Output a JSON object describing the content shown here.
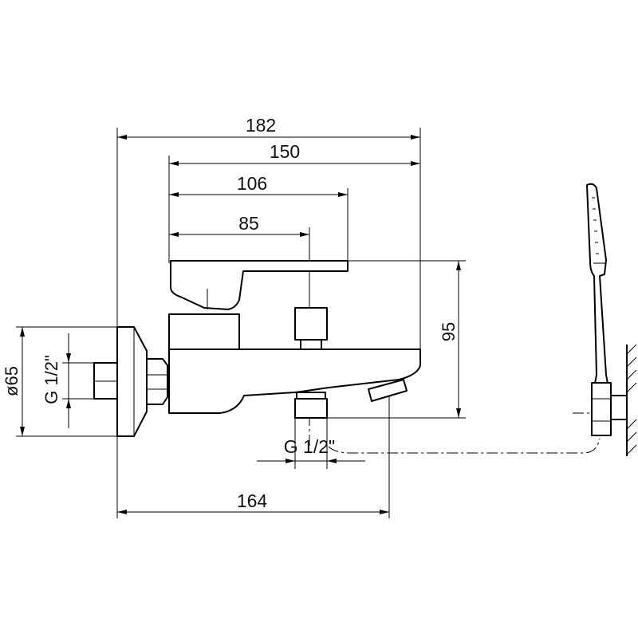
{
  "dimensions": {
    "overall_width": "182",
    "body_width": "150",
    "handle_length": "106",
    "outlet_offset": "85",
    "height": "95",
    "flange_diameter": "ø65",
    "inlet_thread": "G 1/2\"",
    "outlet_thread": "G 1/2\"",
    "spout_length": "164"
  },
  "colors": {
    "line": "#000000",
    "background": "#ffffff"
  }
}
